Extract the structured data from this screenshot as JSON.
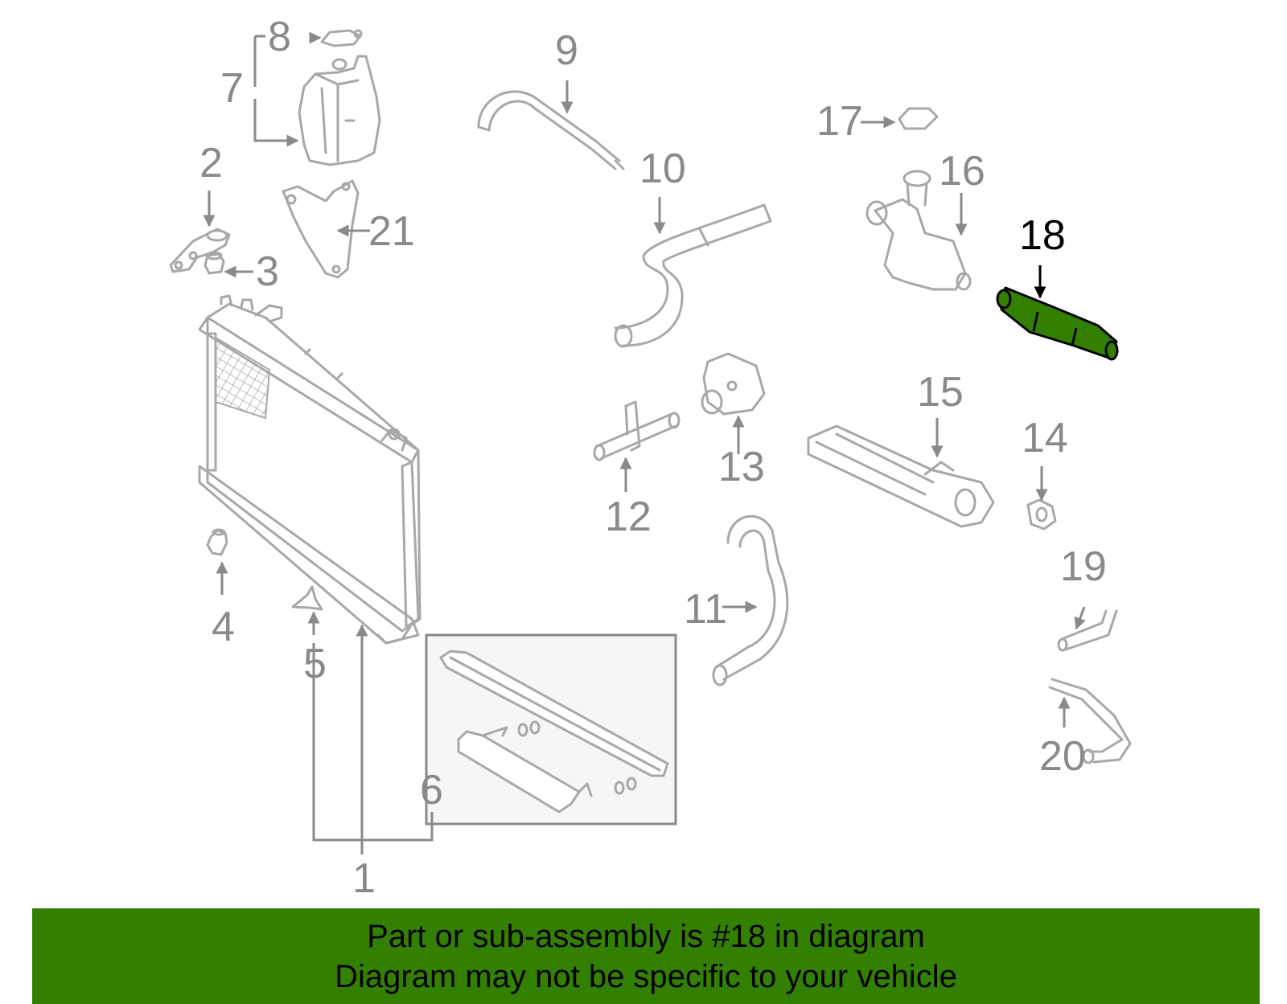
{
  "callouts": {
    "c1": "1",
    "c2": "2",
    "c3": "3",
    "c4": "4",
    "c5": "5",
    "c6": "6",
    "c7": "7",
    "c8": "8",
    "c9": "9",
    "c10": "10",
    "c11": "11",
    "c12": "12",
    "c13": "13",
    "c14": "14",
    "c15": "15",
    "c16": "16",
    "c17": "17",
    "c18": "18",
    "c19": "19",
    "c20": "20",
    "c21": "21"
  },
  "highlight": {
    "part": "18",
    "color": "#338000"
  },
  "banner": {
    "line1": "Part or sub-assembly is #18 in diagram",
    "line2": "Diagram may not be specific to your vehicle",
    "background": "#338000"
  }
}
